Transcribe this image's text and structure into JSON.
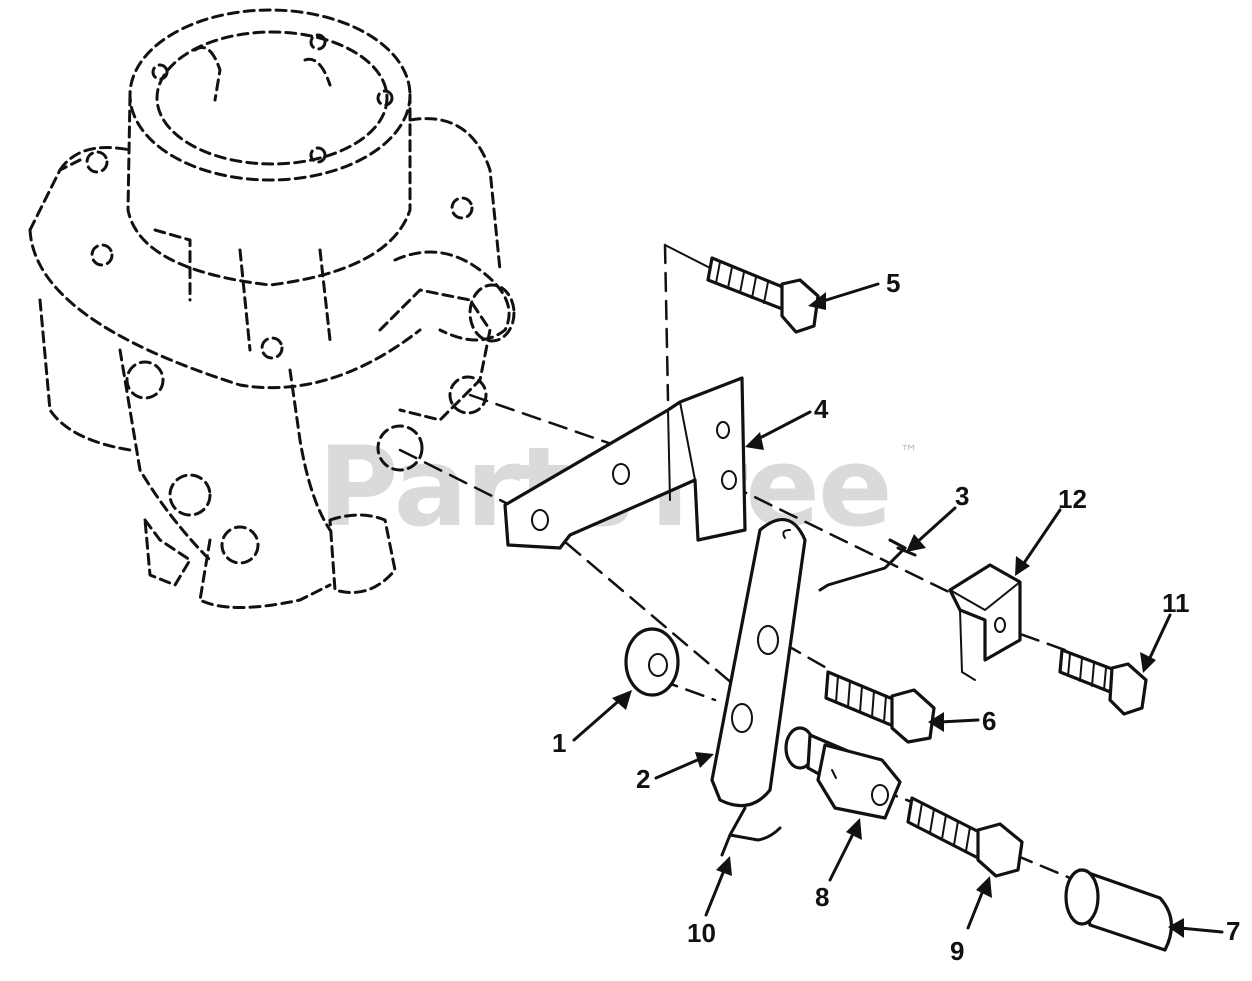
{
  "watermark": {
    "text": "PartsTree",
    "trademark": "™"
  },
  "callouts": [
    {
      "id": "c1",
      "label": "1"
    },
    {
      "id": "c2",
      "label": "2"
    },
    {
      "id": "c3",
      "label": "3"
    },
    {
      "id": "c4",
      "label": "4"
    },
    {
      "id": "c5",
      "label": "5"
    },
    {
      "id": "c6",
      "label": "6"
    },
    {
      "id": "c7",
      "label": "7"
    },
    {
      "id": "c8",
      "label": "8"
    },
    {
      "id": "c9",
      "label": "9"
    },
    {
      "id": "c10",
      "label": "10"
    },
    {
      "id": "c11",
      "label": "11"
    },
    {
      "id": "c12",
      "label": "12"
    }
  ],
  "colors": {
    "ink": "#111111",
    "watermark": "#bdbdbd",
    "background": "#ffffff"
  }
}
